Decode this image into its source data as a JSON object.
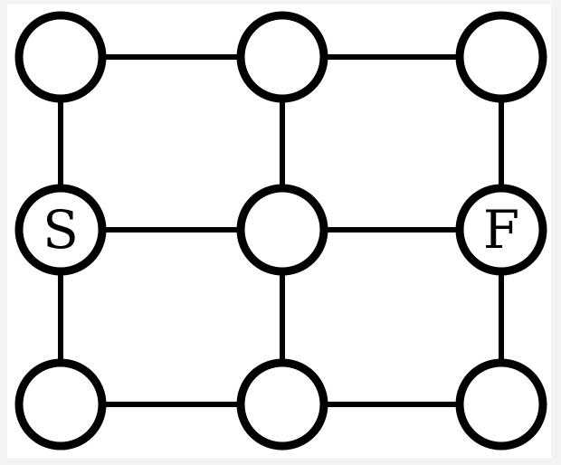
{
  "diagram": {
    "nodes": [
      {
        "id": "n00",
        "row": 0,
        "col": 0,
        "label": ""
      },
      {
        "id": "n01",
        "row": 0,
        "col": 1,
        "label": ""
      },
      {
        "id": "n02",
        "row": 0,
        "col": 2,
        "label": ""
      },
      {
        "id": "n10",
        "row": 1,
        "col": 0,
        "label": "S"
      },
      {
        "id": "n11",
        "row": 1,
        "col": 1,
        "label": ""
      },
      {
        "id": "n12",
        "row": 1,
        "col": 2,
        "label": "F"
      },
      {
        "id": "n20",
        "row": 2,
        "col": 0,
        "label": ""
      },
      {
        "id": "n21",
        "row": 2,
        "col": 1,
        "label": ""
      },
      {
        "id": "n22",
        "row": 2,
        "col": 2,
        "label": ""
      }
    ],
    "edges": [
      [
        "n00",
        "n01"
      ],
      [
        "n01",
        "n02"
      ],
      [
        "n10",
        "n11"
      ],
      [
        "n11",
        "n12"
      ],
      [
        "n20",
        "n21"
      ],
      [
        "n21",
        "n22"
      ],
      [
        "n00",
        "n10"
      ],
      [
        "n10",
        "n20"
      ],
      [
        "n01",
        "n11"
      ],
      [
        "n11",
        "n21"
      ],
      [
        "n02",
        "n12"
      ],
      [
        "n12",
        "n22"
      ]
    ],
    "colors": {
      "stroke": "#000000",
      "node_fill": "#ffffff",
      "panel": "#ffffff",
      "page": "#f4f4f4"
    }
  }
}
